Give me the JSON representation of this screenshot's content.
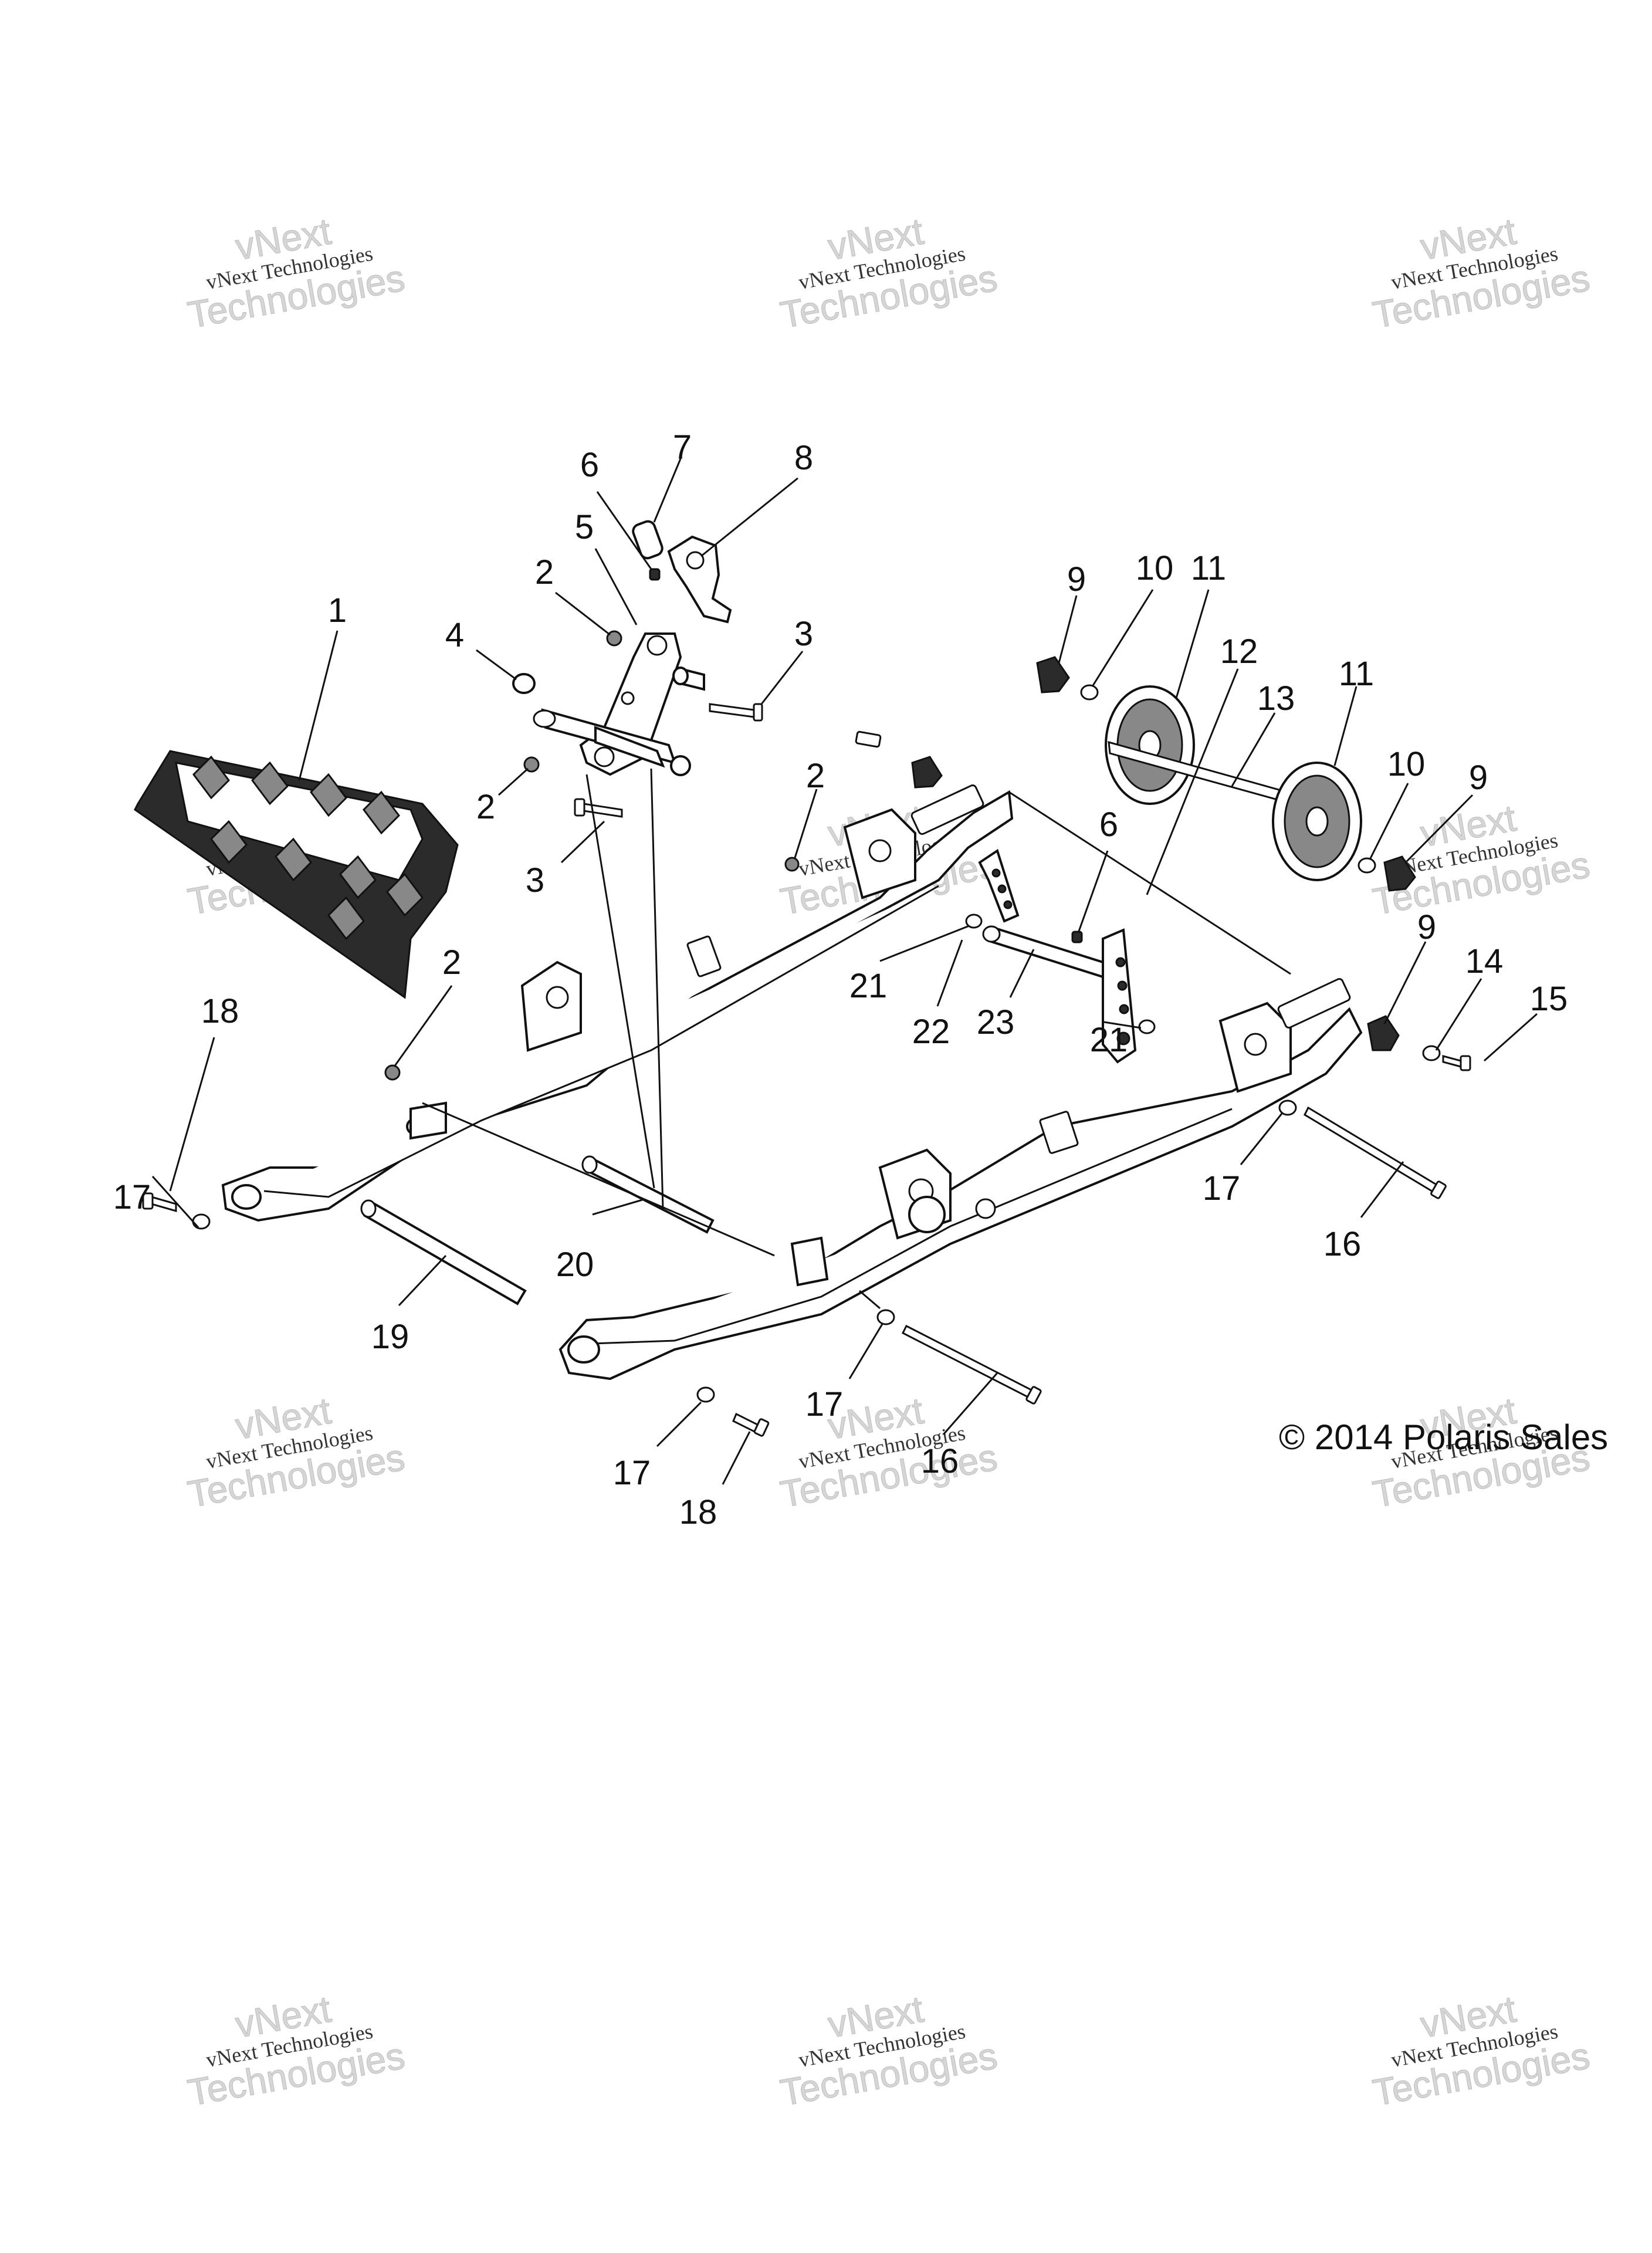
{
  "watermark": {
    "line1": "vNext",
    "line2": "vNext Technologies",
    "line3": "Technologies"
  },
  "copyright": "© 2014 Polaris Sales",
  "callouts": [
    "1",
    "2",
    "2",
    "2",
    "2",
    "3",
    "3",
    "4",
    "5",
    "6",
    "6",
    "7",
    "8",
    "9",
    "9",
    "9",
    "10",
    "10",
    "11",
    "11",
    "12",
    "13",
    "14",
    "15",
    "16",
    "16",
    "17",
    "17",
    "17",
    "17",
    "18",
    "18",
    "19",
    "20",
    "21",
    "21",
    "22",
    "23"
  ]
}
